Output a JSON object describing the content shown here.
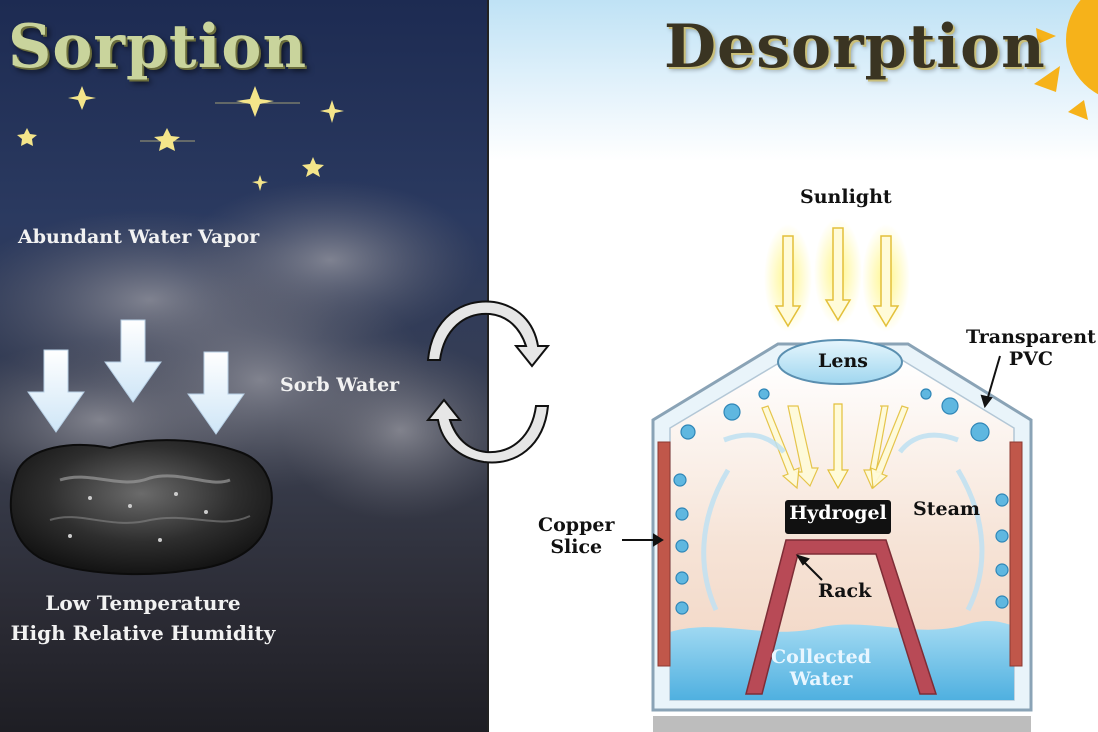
{
  "sorption": {
    "title": "Sorption",
    "water_vapor": "Abundant Water Vapor",
    "sorb": "Sorb Water",
    "conditions": "Low Temperature\nHigh Relative Humidity"
  },
  "desorption": {
    "title": "Desorption",
    "sunlight": "Sunlight",
    "lens": "Lens",
    "transparent_pvc": "Transparent\nPVC",
    "copper_slice": "Copper\nSlice",
    "hydrogel": "Hydrogel",
    "steam": "Steam",
    "rack": "Rack",
    "collected_water": "Collected\nWater"
  },
  "colors": {
    "night_sky": "#1d2b52",
    "star": "#f4e58a",
    "sun": "#f6b21a",
    "copper": "#c0574a",
    "water": "#5fb7e0",
    "rack": "#b84a56",
    "hydrogel": "#111111"
  }
}
